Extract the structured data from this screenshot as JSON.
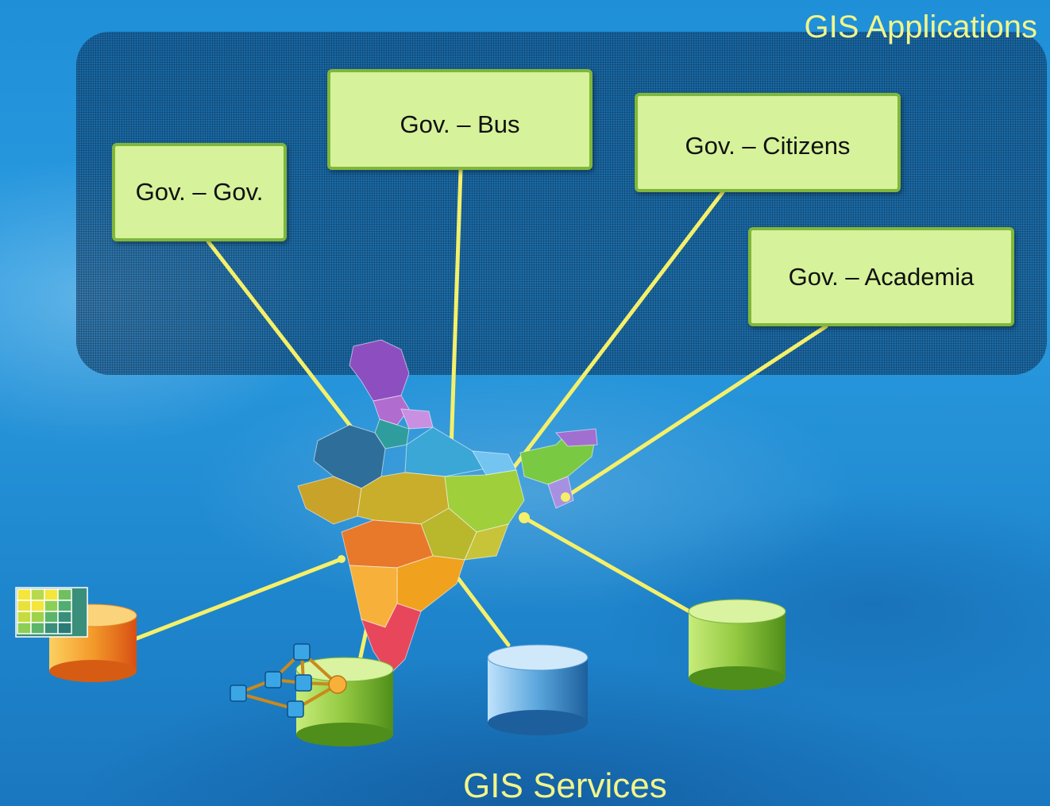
{
  "diagram": {
    "apps_title": "GIS Applications",
    "services_title": "GIS Services",
    "applications": [
      {
        "label": "Gov. – Gov."
      },
      {
        "label": "Gov. – Bus"
      },
      {
        "label": "Gov. – Citizens"
      },
      {
        "label": "Gov. – Academia"
      }
    ],
    "colors": {
      "label_yellow": "#f2f58a",
      "box_fill": "#d6f29a",
      "box_border": "#80b73a",
      "connector": "#f5f06a",
      "db_green": "#8cc63f",
      "db_blue": "#3f8fd0",
      "db_orange": "#ef8a1e"
    },
    "icons": [
      "india-map-icon",
      "raster-grid-icon",
      "network-graph-icon",
      "database-icon"
    ]
  }
}
